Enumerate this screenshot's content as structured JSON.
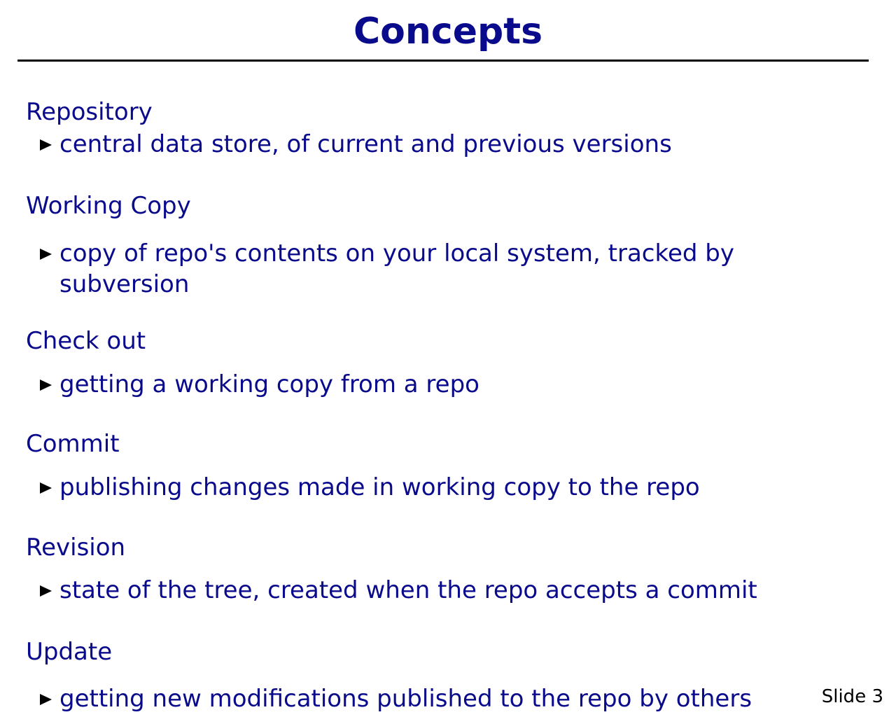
{
  "slide": {
    "title": "Concepts",
    "number_label": "Slide 3"
  },
  "concepts": [
    {
      "term": "Repository",
      "definition": "central data store, of current and previous versions"
    },
    {
      "term": "Working Copy",
      "definition": "copy of repo's contents on your local system, tracked by subversion"
    },
    {
      "term": "Check out",
      "definition": "getting a working copy from a repo"
    },
    {
      "term": "Commit",
      "definition": "publishing changes made in working copy to the repo"
    },
    {
      "term": "Revision",
      "definition": "state of the tree, created when the repo accepts a commit"
    },
    {
      "term": "Update",
      "definition": "getting new modifications published to the repo by others"
    }
  ],
  "icons": {
    "bullet": "triangle-bullet-icon"
  },
  "colors": {
    "text": "#0a0a8c",
    "rule": "#000000",
    "background": "#ffffff"
  }
}
